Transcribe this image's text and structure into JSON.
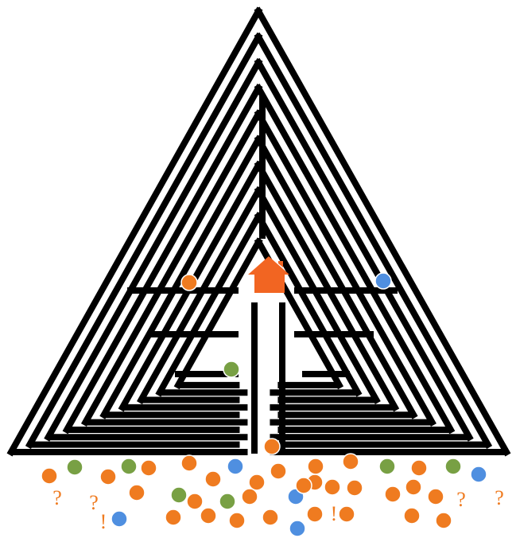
{
  "colors": {
    "maze_line": "#000000",
    "maze_bg": "#ffffff",
    "home": "#f26522",
    "orange_dot": "#ef7b20",
    "green_dot": "#78a044",
    "blue_dot": "#4f8fe0",
    "mark_text": "#ef7b20"
  },
  "maze": {
    "shape": "triangle",
    "rings": 10
  },
  "goal": {
    "icon": "house-icon"
  },
  "crowd": {
    "orange_count": 27,
    "green_count": 7,
    "blue_count": 5
  },
  "marks": [
    "?",
    "?",
    "!",
    "!",
    "?",
    "?"
  ]
}
